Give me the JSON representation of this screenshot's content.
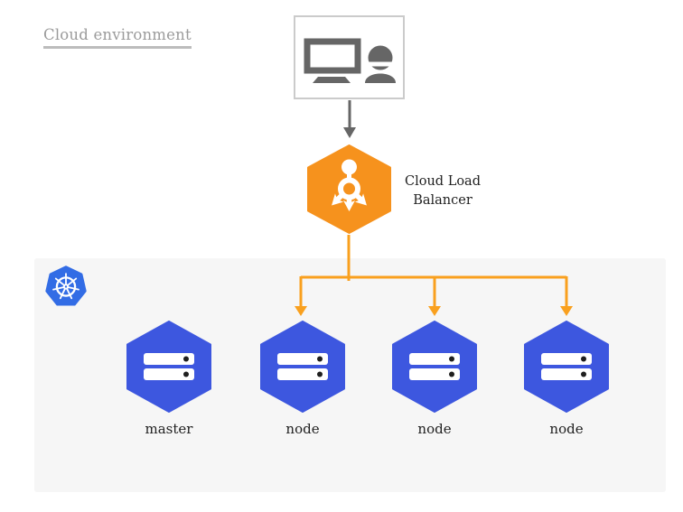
{
  "title": "Cloud environment",
  "user_terminal": {
    "icon": "monitor-user-icon"
  },
  "load_balancer": {
    "label": "Cloud Load Balancer",
    "icon": "load-balancer-hexagon-icon",
    "color": "#F6921D"
  },
  "cluster": {
    "platform_icon": "kubernetes-logo",
    "platform_color": "#326CE5",
    "panel_color": "#F6F6F6",
    "node_color": "#3D57DF",
    "nodes": [
      {
        "label": "master",
        "icon": "server-hexagon-icon"
      },
      {
        "label": "node",
        "icon": "server-hexagon-icon"
      },
      {
        "label": "node",
        "icon": "server-hexagon-icon"
      },
      {
        "label": "node",
        "icon": "server-hexagon-icon"
      }
    ]
  },
  "connectors": {
    "user_to_loadbalancer_color": "#666666",
    "loadbalancer_to_nodes_color": "#F9A01E"
  }
}
